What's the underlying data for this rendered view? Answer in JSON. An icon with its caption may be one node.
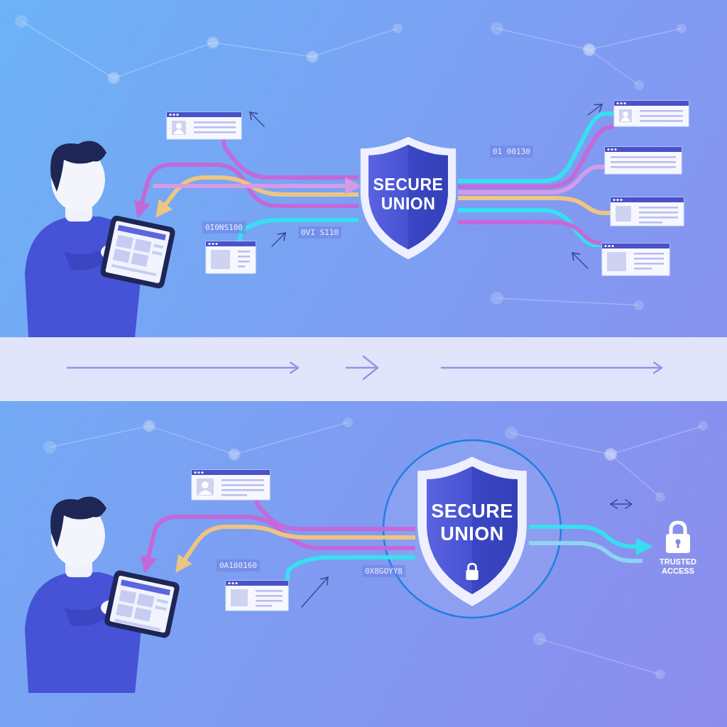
{
  "diagram": {
    "nodes": [
      {
        "text": [],
        "shape": "person"
      },
      {
        "text": [],
        "shape": "picture"
      },
      {
        "text": [],
        "shape": "box"
      },
      {
        "text": [],
        "shape": "box"
      },
      {
        "text": [
          "SECURE UNION"
        ]
      },
      {
        "text": [],
        "shape": "box"
      },
      {
        "text": [],
        "shape": "box"
      },
      {
        "text": [],
        "shape": "box"
      },
      {
        "text": [],
        "shape": "box"
      },
      {
        "text": [],
        "shape": "person"
      },
      {
        "text": [],
        "shape": "picture"
      },
      {
        "text": [],
        "shape": "box"
      },
      {
        "text": [],
        "shape": "box"
      },
      {
        "text": [
          "SECURE UNION"
        ]
      },
      {
        "text": [
          "TRUSTED ACCESS"
        ]
      }
    ],
    "edges": [
      {
        "from": 2,
        "to": 4,
        "arrow": "none",
        "color": "#c766d8"
      },
      {
        "from": 4,
        "to": 1,
        "arrow": "to",
        "color": "#c766d8"
      },
      {
        "from": 4,
        "to": 1,
        "arrow": "to",
        "color": "#f4c77c"
      },
      {
        "from": null,
        "to": 4,
        "arrow": "to",
        "color": "#d99be6"
      },
      {
        "from": 3,
        "to": 4,
        "arrow": "none",
        "color": "#34e3f0"
      },
      {
        "from": 4,
        "to": 5,
        "arrow": "none",
        "color": "#34e3f0"
      },
      {
        "from": 4,
        "to": 5,
        "arrow": "none",
        "color": "#c766d8"
      },
      {
        "from": 4,
        "to": 6,
        "arrow": "none",
        "color": "#d99be6"
      },
      {
        "from": 4,
        "to": 7,
        "arrow": "none",
        "color": "#f4c77c"
      },
      {
        "from": 4,
        "to": 8,
        "arrow": "none",
        "color": "#34e3f0"
      },
      {
        "from": 4,
        "to": 8,
        "arrow": "none",
        "color": "#c766d8"
      },
      {
        "from": 11,
        "to": 13,
        "arrow": "none",
        "color": "#c766d8"
      },
      {
        "from": 13,
        "to": 10,
        "arrow": "to",
        "color": "#c766d8"
      },
      {
        "from": 13,
        "to": 10,
        "arrow": "to",
        "color": "#f4c77c"
      },
      {
        "from": 12,
        "to": 13,
        "arrow": "none",
        "color": "#34e3f0"
      },
      {
        "from": 13,
        "to": 14,
        "arrow": "to",
        "color": "#34e3f0"
      },
      {
        "from": 13,
        "to": null,
        "arrow": "none",
        "color": "#8fd6f0"
      }
    ],
    "labels": [
      "0I0NS100",
      "0VI S110",
      "01 00130",
      "0A180160",
      "0X8GOYY8"
    ]
  }
}
